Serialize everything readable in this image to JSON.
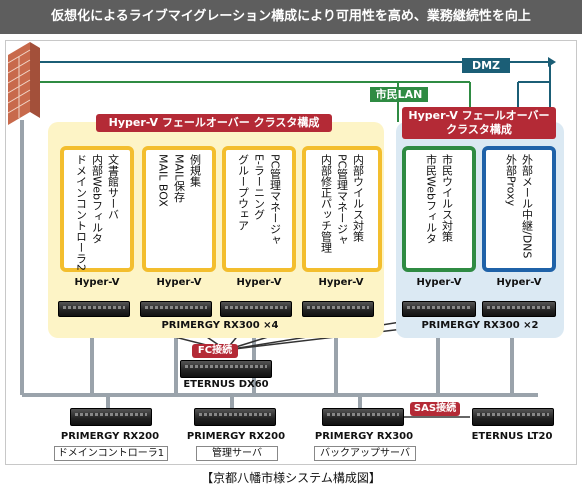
{
  "title": "仮想化によるライブマイグレーション構成により可用性を高め、業務継続性を向上",
  "network": {
    "dmz_label": "DMZ",
    "lan_label": "市民LAN",
    "fc_label": "FC接続",
    "sas_label": "SAS接続"
  },
  "clusters": {
    "left_label": "Hyper-V フェールオーバー クラスタ構成",
    "right_label_line1": "Hyper-V フェールオーバー",
    "right_label_line2": "クラスタ構成"
  },
  "vms": [
    {
      "cols": [
        "文書館サーバ",
        "内部Webフィルタ",
        "ドメインコントローラ2"
      ]
    },
    {
      "cols": [
        "例規集",
        "MAIL保存",
        "MAIL BOX"
      ]
    },
    {
      "cols": [
        "PC管理マネージャ",
        "E-ラーニング",
        "グループウェア"
      ]
    },
    {
      "cols": [
        "PC管理マネージャ",
        "内部修正パッチ管理"
      ]
    },
    {
      "cols": [
        "内部ウイルス対策"
      ]
    },
    {
      "cols": [
        "市民ウイルス対策",
        "市民Webフィルタ"
      ]
    },
    {
      "cols": [
        "外部メール中継/DNS",
        "外部Proxy"
      ]
    }
  ],
  "hyperv_label": "Hyper-V",
  "server_groups": {
    "left_model": "PRIMERGY RX300 ×4",
    "right_model": "PRIMERGY RX300 ×2"
  },
  "storage": {
    "model": "ETERNUS DX60"
  },
  "bottom_servers": [
    {
      "model": "PRIMERGY RX200",
      "role": "ドメインコントローラ1"
    },
    {
      "model": "PRIMERGY RX200",
      "role": "管理サーバ"
    },
    {
      "model": "PRIMERGY RX300",
      "role": "バックアップサーバ"
    },
    {
      "model": "ETERNUS LT20",
      "role": ""
    }
  ],
  "caption": "【京都八幡市様システム構成図】",
  "colors": {
    "header_bg": "#5e5e5e",
    "dmz_line": "#1b5e76",
    "lan_line": "#2f8b43",
    "cluster_label": "#b42a36",
    "card_yellow": "#f3be2e",
    "card_green": "#2f8b43",
    "card_blue": "#1f62a8"
  }
}
